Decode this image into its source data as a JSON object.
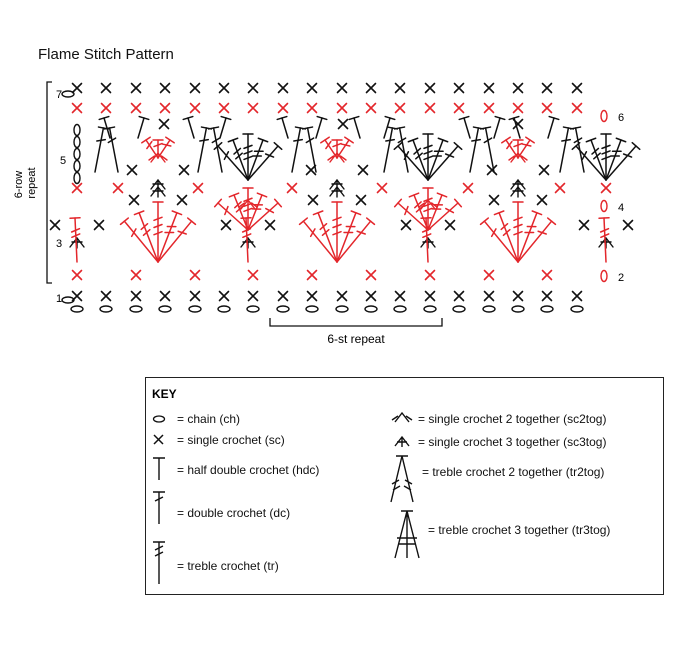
{
  "title": "Flame Stitch Pattern",
  "side_label": {
    "line1": "6-row",
    "line2": "repeat"
  },
  "repeat_label": "6-st repeat",
  "row_numbers": {
    "r1": "1",
    "r2": "2",
    "r3": "3",
    "r4": "4",
    "r5": "5",
    "r6": "6",
    "r7": "7"
  },
  "colors": {
    "odd_rows": "#111111",
    "even_rows": "#e3262b"
  },
  "key": {
    "title": "KEY",
    "items": [
      {
        "symbol": "chain-icon",
        "label": "= chain (ch)"
      },
      {
        "symbol": "single-crochet-icon",
        "label": "= single crochet (sc)"
      },
      {
        "symbol": "hdc-icon",
        "label": "= half double crochet (hdc)"
      },
      {
        "symbol": "dc-icon",
        "label": "= double crochet (dc)"
      },
      {
        "symbol": "tr-icon",
        "label": "= treble crochet (tr)"
      },
      {
        "symbol": "sc2tog-icon",
        "label": "= single crochet 2 together (sc2tog)"
      },
      {
        "symbol": "sc3tog-icon",
        "label": "= single crochet 3 together (sc3tog)"
      },
      {
        "symbol": "tr2tog-icon",
        "label": "= treble crochet 2 together (tr2tog)"
      },
      {
        "symbol": "tr3tog-icon",
        "label": "= treble crochet 3 together (tr3tog)"
      }
    ]
  }
}
